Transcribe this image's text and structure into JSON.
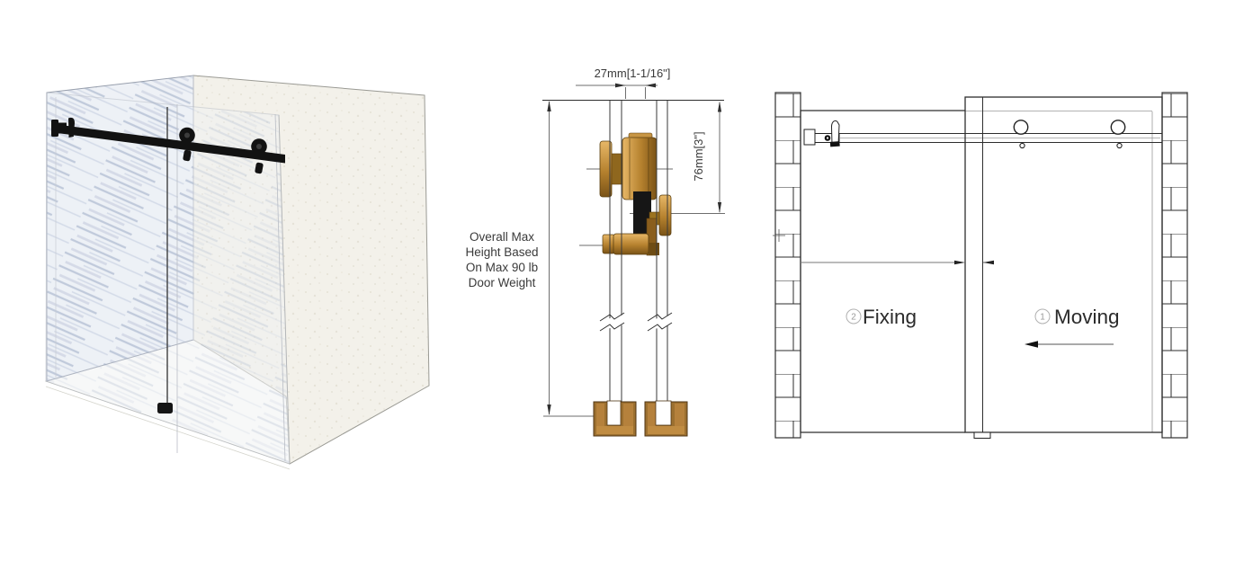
{
  "scene": {
    "background": "#ffffff",
    "description": "Sliding shower door hardware technical drawing"
  },
  "colors": {
    "line": "#2e2e2e",
    "dim_line": "#6e6e6e",
    "gold_hardware": "#b5812e",
    "black_hardware": "#141414",
    "glass_streak": "#94a3c0",
    "wall_fill": "#f3f1ea"
  },
  "section_view": {
    "width_dim": "27mm[1-1/16\"]",
    "height_dim": "76mm[3\"]",
    "note_lines": [
      "Overall Max",
      "Height Based",
      "On Max 90 lb",
      "Door Weight"
    ]
  },
  "elevation_view": {
    "fixing_number": "2",
    "fixing_label": "Fixing",
    "moving_number": "1",
    "moving_label": "Moving"
  }
}
